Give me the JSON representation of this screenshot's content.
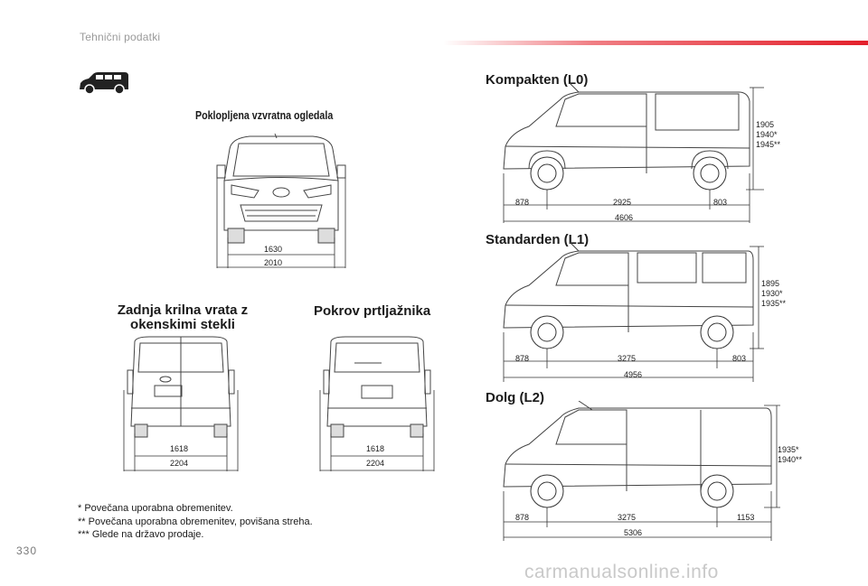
{
  "header": {
    "title": "Tehnični podatki"
  },
  "page_number": "330",
  "watermark": "carmanualsonline.info",
  "front_view": {
    "title": "Poklopljena vzvratna ogledala",
    "width_inner": "1630",
    "width_outer": "2010"
  },
  "rear_doors": {
    "title_line1": "Zadnja krilna vrata z",
    "title_line2": "okenskimi stekli",
    "width_inner": "1618",
    "width_outer": "2204"
  },
  "tailgate": {
    "title": "Pokrov prtljažnika",
    "width_inner": "1618",
    "width_outer": "2204"
  },
  "compact": {
    "title": "Kompakten (L0)",
    "front_overhang": "878",
    "wheelbase": "2925",
    "rear_overhang": "803",
    "length": "4606",
    "heights": [
      "1905",
      "1940*",
      "1945**"
    ]
  },
  "standard": {
    "title": "Standarden (L1)",
    "front_overhang": "878",
    "wheelbase": "3275",
    "rear_overhang": "803",
    "length": "4956",
    "heights": [
      "1895",
      "1930*",
      "1935**"
    ]
  },
  "long": {
    "title": "Dolg (L2)",
    "front_overhang": "878",
    "wheelbase": "3275",
    "rear_overhang": "1153",
    "length": "5306",
    "heights": [
      "1935*",
      "1940**"
    ]
  },
  "footnotes": [
    "* Povečana uporabna obremenitev.",
    "** Povečana uporabna obremenitev, povišana streha.",
    "*** Glede na državo prodaje."
  ]
}
